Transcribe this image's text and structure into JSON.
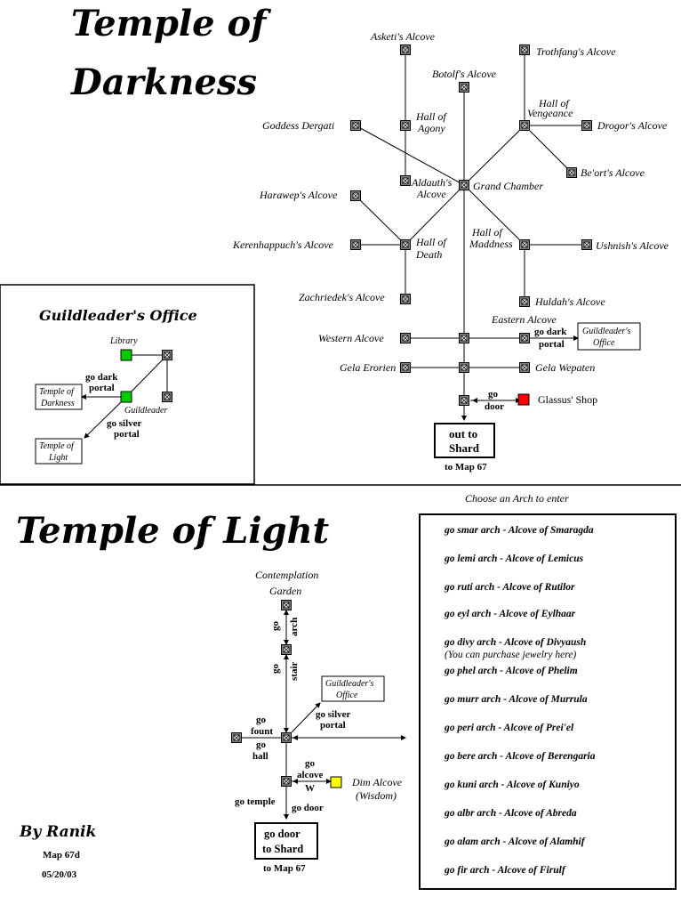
{
  "titles": {
    "darkness": "Temple of Darkness",
    "darkness_line1": "Temple of",
    "darkness_line2": "Darkness",
    "light": "Temple of Light",
    "guild_office": "Guildleader's Office"
  },
  "darkness_rooms": {
    "asketi": "Asketi's Alcove",
    "botolf": "Botolf's Alcove",
    "trothfang": "Trothfang's Alcove",
    "goddess": "Goddess Dergati",
    "agony_1": "Hall of",
    "agony_2": "Agony",
    "vengeance_1": "Hall of",
    "vengeance_2": "Vengeance",
    "drogor": "Drogor's Alcove",
    "beort": "Be'ort's Alcove",
    "aldauth_1": "Aldauth's",
    "aldauth_2": "Alcove",
    "grand": "Grand Chamber",
    "harawep": "Harawep's Alcove",
    "death_1": "Hall of",
    "death_2": "Death",
    "maddness_1": "Hall of",
    "maddness_2": "Maddness",
    "kerenhappuch": "Kerenhappuch's Alcove",
    "ushnish": "Ushnish's Alcove",
    "zachriedek": "Zachriedek's Alcove",
    "huldah": "Huldah's Alcove",
    "eastern": "Eastern Alcove",
    "western": "Western Alcove",
    "gela_erorien": "Gela Erorien",
    "gela_wepaten": "Gela Wepaten",
    "glassus": "Glassus' Shop",
    "go_dark_1": "go dark",
    "go_dark_2": "portal",
    "go_door_1": "go",
    "go_door_2": "door",
    "guild_box_1": "Guildleader's",
    "guild_box_2": "Office",
    "shard_1": "out to",
    "shard_2": "Shard",
    "to_map": "to Map 67"
  },
  "guild_office": {
    "library": "Library",
    "guildleader": "Guildleader",
    "go_dark_1": "go dark",
    "go_dark_2": "portal",
    "go_silver_1": "go silver",
    "go_silver_2": "portal",
    "dark_box_1": "Temple of",
    "dark_box_2": "Darkness",
    "light_box_1": "Temple of",
    "light_box_2": "Light"
  },
  "light_rooms": {
    "contemplation_1": "Contemplation",
    "contemplation_2": "Garden",
    "go_arch_1": "go",
    "go_arch_2": "arch",
    "go_stair_1": "go",
    "go_stair_2": "stair",
    "guild_box_1": "Guildleader's",
    "guild_box_2": "Office",
    "go_silver_1": "go silver",
    "go_silver_2": "portal",
    "go_fount_1": "go",
    "go_fount_2": "fount",
    "go_hall_1": "go",
    "go_hall_2": "hall",
    "go_alcove_1": "go",
    "go_alcove_2": "alcove",
    "dir_w": "W",
    "dim_1": "Dim Alcove",
    "dim_2": "(Wisdom)",
    "go_temple": "go temple",
    "go_door": "go door",
    "shard_1": "go door",
    "shard_2": "to Shard",
    "to_map": "to Map 67"
  },
  "arches": {
    "heading": "Choose an Arch to enter",
    "items": [
      "go smar arch - Alcove of Smaragda",
      "go lemi arch - Alcove of Lemicus",
      "go ruti arch - Alcove of Rutilor",
      "go eyl arch - Alcove of Eylhaar",
      "go divy arch - Alcove of Divyaush",
      "go phel arch - Alcove of Phelim",
      "go murr arch - Alcove of Murrula",
      "go peri arch - Alcove of Prei'el",
      "go bere arch - Alcove of Berengaria",
      "go kuni arch - Alcove of Kuniyo",
      "go albr arch - Alcove of Abreda",
      "go alam arch - Alcove of Alamhif",
      "go fir arch - Alcove of Firulf"
    ],
    "divy_note": "(You can purchase jewelry here)"
  },
  "credits": {
    "author": "By Ranik",
    "map_id": "Map 67d",
    "date": "05/20/03"
  },
  "colors": {
    "room_fill": "#808080",
    "library_fill": "#00cc00",
    "shop_fill": "#ff0000",
    "dim_fill": "#ffff00"
  }
}
